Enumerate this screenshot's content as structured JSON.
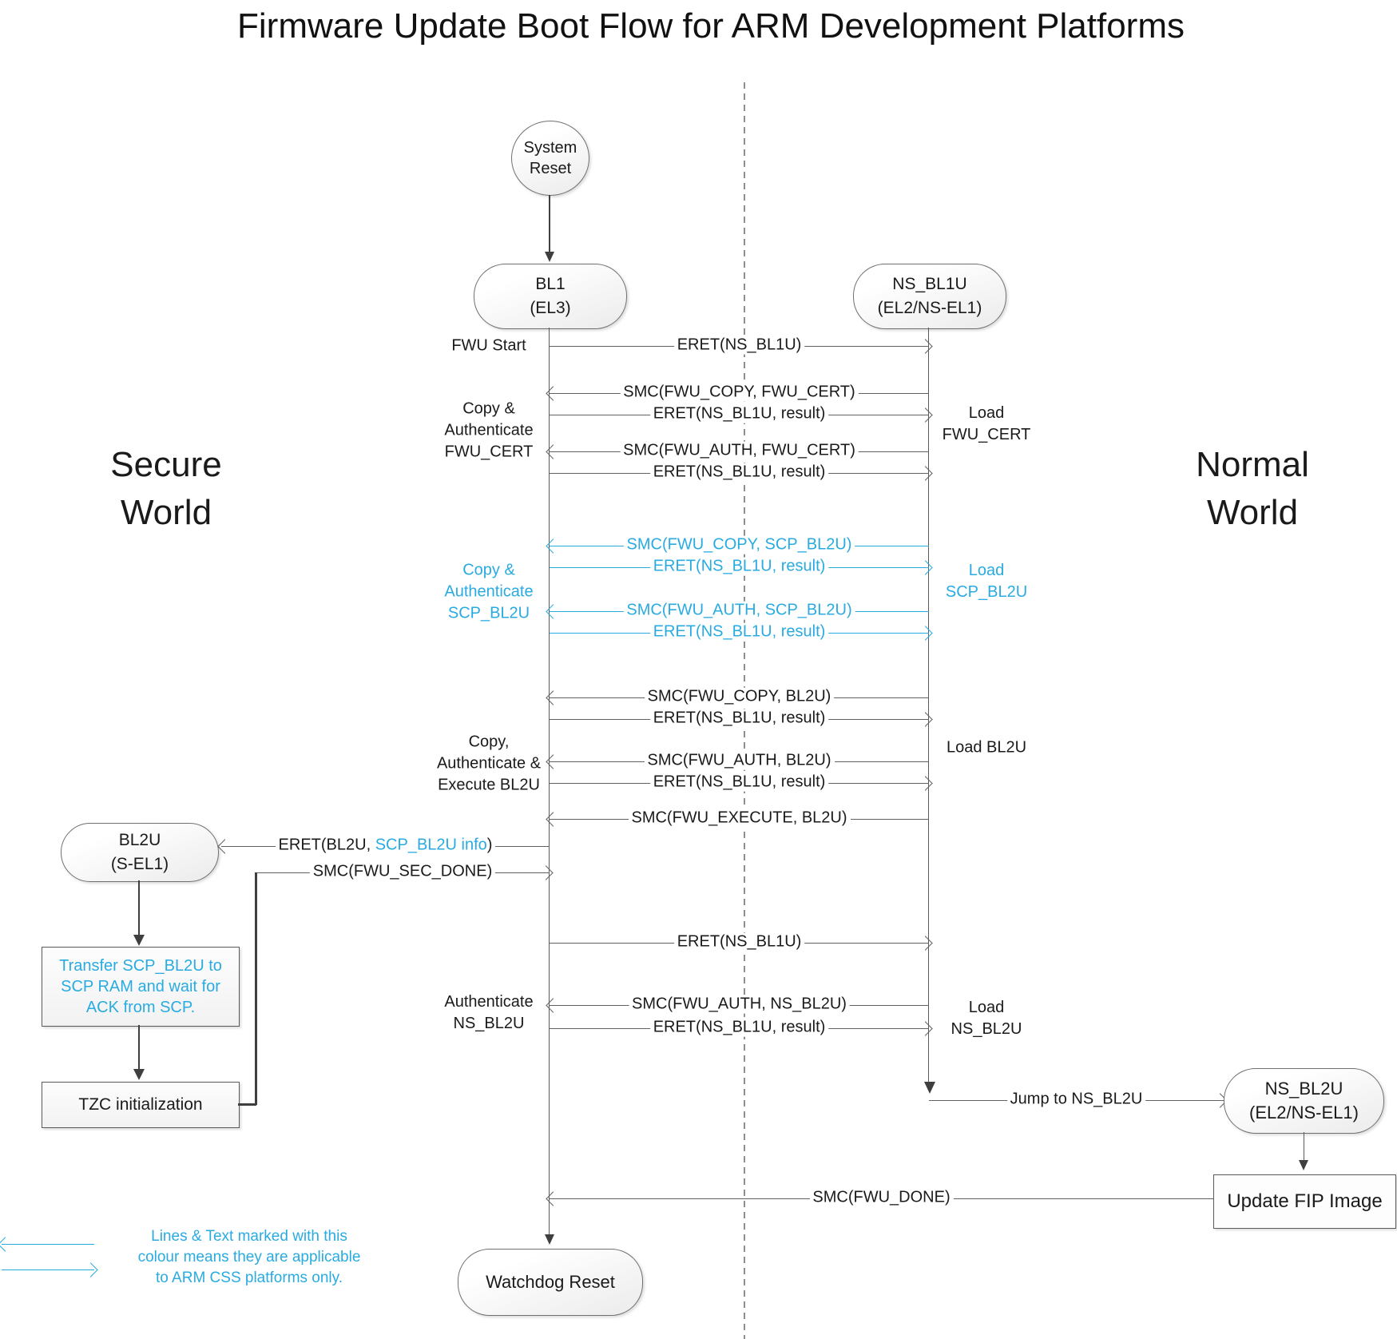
{
  "title": "Firmware Update Boot Flow for ARM Development Platforms",
  "colors": {
    "arm_css_accent": "#29abe2",
    "line_gray": "#616161",
    "node_border": "#707070"
  },
  "worlds": {
    "secure": {
      "lines": [
        "Secure",
        "World"
      ]
    },
    "normal": {
      "lines": [
        "Normal",
        "World"
      ]
    }
  },
  "nodes": {
    "system_reset": {
      "lines": [
        "System",
        "Reset"
      ]
    },
    "bl1": {
      "lines": [
        "BL1",
        "(EL3)"
      ]
    },
    "ns_bl1u": {
      "lines": [
        "NS_BL1U",
        "(EL2/NS-EL1)"
      ]
    },
    "bl2u": {
      "lines": [
        "BL2U",
        "(S-EL1)"
      ]
    },
    "ns_bl2u": {
      "lines": [
        "NS_BL2U",
        "(EL2/NS-EL1)"
      ]
    },
    "transfer_scp": {
      "lines": [
        "Transfer SCP_BL2U to",
        "SCP RAM and wait for",
        "ACK from SCP."
      ],
      "arm_css_only": true
    },
    "tzc": {
      "label": "TZC initialization"
    },
    "update_fip": {
      "label": "Update FIP Image"
    },
    "watchdog_reset": {
      "label": "Watchdog Reset"
    }
  },
  "messages": [
    {
      "label": "ERET(NS_BL1U)",
      "direction": "right",
      "arm_css_only": false
    },
    {
      "label": "SMC(FWU_COPY, FWU_CERT)",
      "direction": "left",
      "arm_css_only": false
    },
    {
      "label": "ERET(NS_BL1U, result)",
      "direction": "right",
      "arm_css_only": false
    },
    {
      "label": "SMC(FWU_AUTH, FWU_CERT)",
      "direction": "left",
      "arm_css_only": false
    },
    {
      "label": "ERET(NS_BL1U, result)",
      "direction": "right",
      "arm_css_only": false
    },
    {
      "label": "SMC(FWU_COPY, SCP_BL2U)",
      "direction": "left",
      "arm_css_only": true
    },
    {
      "label": "ERET(NS_BL1U, result)",
      "direction": "right",
      "arm_css_only": true
    },
    {
      "label": "SMC(FWU_AUTH, SCP_BL2U)",
      "direction": "left",
      "arm_css_only": true
    },
    {
      "label": "ERET(NS_BL1U, result)",
      "direction": "right",
      "arm_css_only": true
    },
    {
      "label": "SMC(FWU_COPY, BL2U)",
      "direction": "left",
      "arm_css_only": false
    },
    {
      "label": "ERET(NS_BL1U, result)",
      "direction": "right",
      "arm_css_only": false
    },
    {
      "label": "SMC(FWU_AUTH, BL2U)",
      "direction": "left",
      "arm_css_only": false
    },
    {
      "label": "ERET(NS_BL1U, result)",
      "direction": "right",
      "arm_css_only": false
    },
    {
      "label": "SMC(FWU_EXECUTE, BL2U)",
      "direction": "left",
      "arm_css_only": false
    },
    {
      "label": "ERET(NS_BL1U)",
      "direction": "right",
      "arm_css_only": false
    },
    {
      "label": "SMC(FWU_AUTH, NS_BL2U)",
      "direction": "left",
      "arm_css_only": false
    },
    {
      "label": "ERET(NS_BL1U, result)",
      "direction": "right",
      "arm_css_only": false
    }
  ],
  "special_messages": {
    "eret_bl2u": {
      "pre": "ERET(BL2U, ",
      "highlight": "SCP_BL2U info",
      "post": ")"
    },
    "smc_sec_done": {
      "label": "SMC(FWU_SEC_DONE)"
    },
    "jump_ns_bl2u": {
      "label": "Jump to NS_BL2U"
    },
    "smc_done": {
      "label": "SMC(FWU_DONE)"
    }
  },
  "side_labels": {
    "fwu_start": {
      "lines": [
        "FWU Start"
      ]
    },
    "copy_auth_fwu_cert": {
      "lines": [
        "Copy &",
        "Authenticate",
        "FWU_CERT"
      ]
    },
    "copy_auth_scp_bl2u": {
      "lines": [
        "Copy &",
        "Authenticate",
        "SCP_BL2U"
      ],
      "arm_css_only": true
    },
    "copy_auth_exec_bl2u": {
      "lines": [
        "Copy,",
        "Authenticate &",
        "Execute BL2U"
      ]
    },
    "authenticate_ns_bl2u": {
      "lines": [
        "Authenticate",
        "NS_BL2U"
      ]
    },
    "load_fwu_cert": {
      "lines": [
        "Load",
        "FWU_CERT"
      ]
    },
    "load_scp_bl2u": {
      "lines": [
        "Load",
        "SCP_BL2U"
      ],
      "arm_css_only": true
    },
    "load_bl2u": {
      "lines": [
        "Load BL2U"
      ]
    },
    "load_ns_bl2u": {
      "lines": [
        "Load",
        "NS_BL2U"
      ]
    }
  },
  "legend": {
    "lines": [
      "Lines & Text marked with this",
      "colour means they are applicable",
      "to ARM CSS platforms only."
    ]
  }
}
